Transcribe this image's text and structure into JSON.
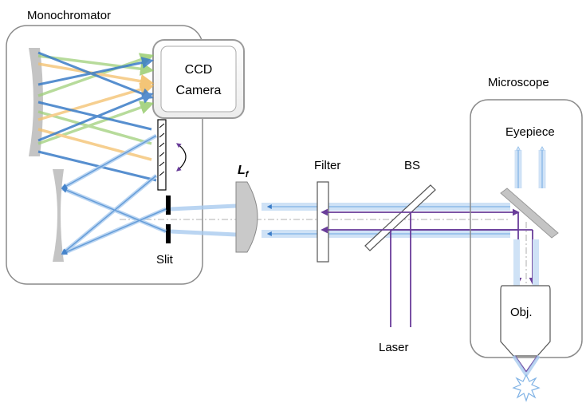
{
  "labels": {
    "monochromator": "Monochromator",
    "ccd_line1": "CCD",
    "ccd_line2": "Camera",
    "microscope": "Microscope",
    "eyepiece": "Eyepiece",
    "lens_main": "L",
    "lens_sub": "f",
    "filter": "Filter",
    "bs": "BS",
    "slit": "Slit",
    "objective": "Obj.",
    "laser": "Laser"
  },
  "colors": {
    "laser": "#6a3d9a",
    "signal": "#7fb2e5",
    "signal_core": "#3a7cc7",
    "green": "#9fcf7a",
    "orange": "#f3c06b",
    "mirror": "#c4c4c4",
    "box_stroke": "#8a8a8a"
  }
}
